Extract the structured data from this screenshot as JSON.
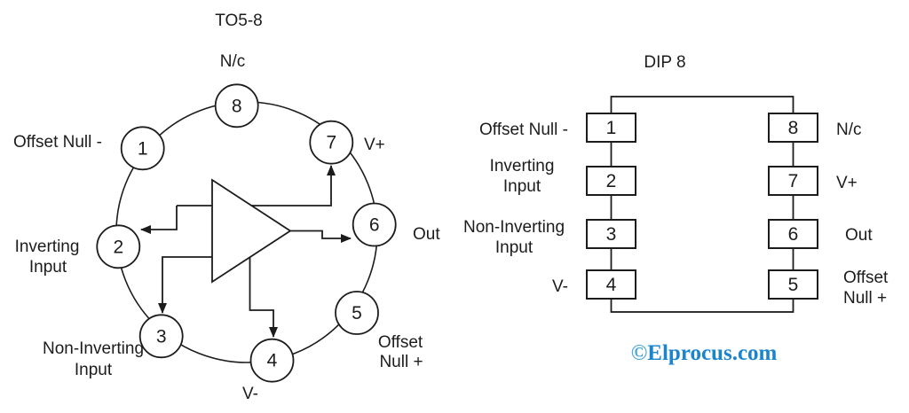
{
  "to5": {
    "title": "TO5-8",
    "pins": [
      {
        "number": "1",
        "label_lines": [
          "Offset Null -"
        ]
      },
      {
        "number": "2",
        "label_lines": [
          "Inverting",
          "Input"
        ]
      },
      {
        "number": "3",
        "label_lines": [
          "Non-Inverting",
          "Input"
        ]
      },
      {
        "number": "4",
        "label_lines": [
          "V-"
        ]
      },
      {
        "number": "5",
        "label_lines": [
          "Offset",
          "Null +"
        ]
      },
      {
        "number": "6",
        "label_lines": [
          "Out"
        ]
      },
      {
        "number": "7",
        "label_lines": [
          "V+"
        ]
      },
      {
        "number": "8",
        "label_lines": [
          "N/c"
        ]
      }
    ]
  },
  "dip": {
    "title": "DIP 8",
    "left_pins": [
      {
        "number": "1",
        "label_lines": [
          "Offset Null -"
        ]
      },
      {
        "number": "2",
        "label_lines": [
          "Inverting",
          "Input"
        ]
      },
      {
        "number": "3",
        "label_lines": [
          "Non-Inverting",
          "Input"
        ]
      },
      {
        "number": "4",
        "label_lines": [
          "V-"
        ]
      }
    ],
    "right_pins": [
      {
        "number": "8",
        "label_lines": [
          "N/c"
        ]
      },
      {
        "number": "7",
        "label_lines": [
          "V+"
        ]
      },
      {
        "number": "6",
        "label_lines": [
          "Out"
        ]
      },
      {
        "number": "5",
        "label_lines": [
          "Offset",
          "Null +"
        ]
      }
    ]
  },
  "watermark": {
    "symbol": "©",
    "text": "Elprocus.com",
    "symbol_color": "#47a7db",
    "text_color": "#1b84ce"
  },
  "colors": {
    "line": "#1c1c1c",
    "text": "#1c1c1c",
    "background": "#ffffff"
  }
}
